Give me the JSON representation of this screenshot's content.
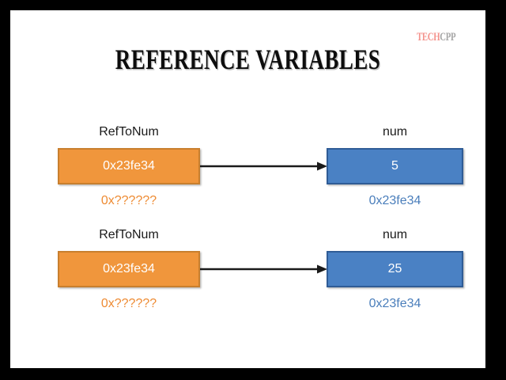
{
  "slide": {
    "title": "REFERENCE VARIABLES",
    "border_color": "#000000",
    "background_color": "#ffffff"
  },
  "logo": {
    "part1": "TE",
    "part2": "CH",
    "part3": "CPP",
    "part1_color": "#f4928c",
    "part2_color": "#f4928c",
    "part3_color": "#a6a6a6"
  },
  "diagram": {
    "rows": [
      {
        "ref": {
          "label": "RefToNum",
          "value": "0x23fe34",
          "address": "0x??????",
          "fill_color": "#f0963c",
          "address_color": "#ee8b33"
        },
        "target": {
          "label": "num",
          "value": "5",
          "address": "0x23fe34",
          "fill_color": "#4a81c4",
          "address_color": "#4a7ebb"
        },
        "arrow": "arrow-right"
      },
      {
        "ref": {
          "label": "RefToNum",
          "value": "0x23fe34",
          "address": "0x??????",
          "fill_color": "#f0963c",
          "address_color": "#ee8b33"
        },
        "target": {
          "label": "num",
          "value": "25",
          "address": "0x23fe34",
          "fill_color": "#4a81c4",
          "address_color": "#4a7ebb"
        },
        "arrow": "arrow-right"
      }
    ]
  }
}
